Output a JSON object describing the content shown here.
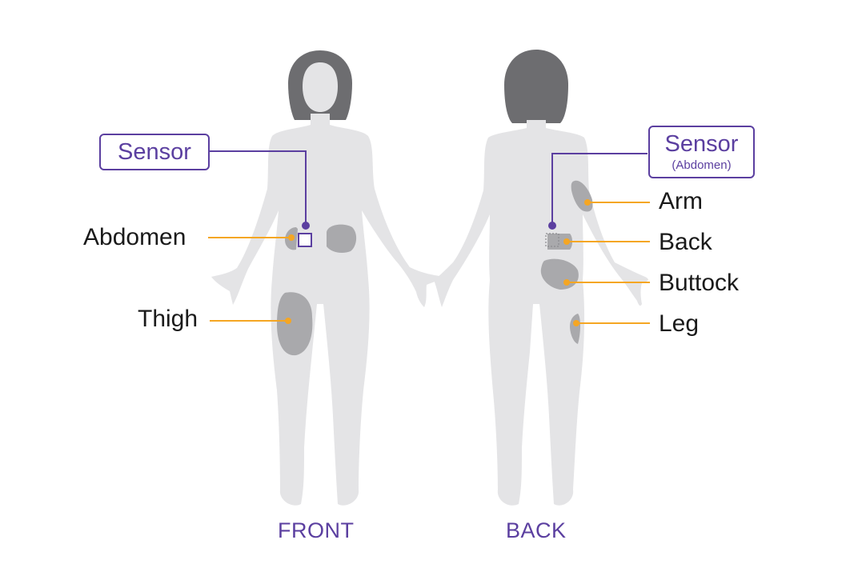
{
  "colors": {
    "body": "#e4e4e6",
    "hair": "#6d6d70",
    "site": "#a9a9ac",
    "sensor": "#5b3fa0",
    "leader": "#f5a623",
    "text": "#1a1a1a"
  },
  "front": {
    "view_label": "FRONT",
    "sensor_label": "Sensor",
    "sites": [
      "Abdomen",
      "Thigh"
    ]
  },
  "back": {
    "view_label": "BACK",
    "sensor_label": "Sensor",
    "sensor_sublabel": "(Abdomen)",
    "sites": [
      "Arm",
      "Back",
      "Buttock",
      "Leg"
    ]
  }
}
